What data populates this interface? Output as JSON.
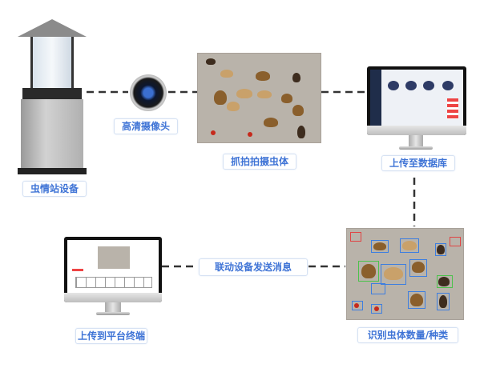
{
  "labels": {
    "device": "虫情站设备",
    "camera": "高清摄像头",
    "capture": "抓拍拍摄虫体",
    "database": "上传至数据库",
    "identify": "识别虫体数量/种类",
    "linkage": "联动设备发送消息",
    "terminal": "上传到平台终端"
  },
  "colors": {
    "label_text": "#3f74d6",
    "connector": "#333333"
  }
}
